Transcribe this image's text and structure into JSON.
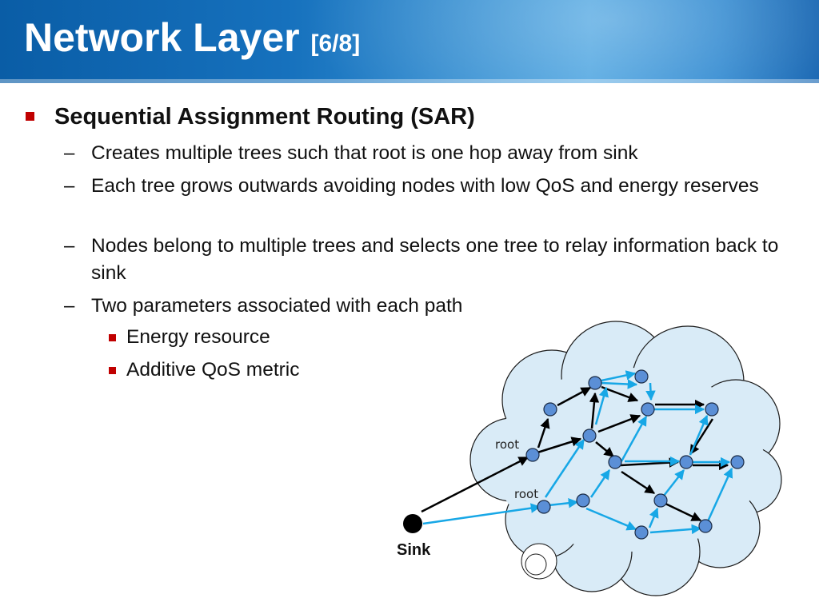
{
  "title": {
    "main": "Network Layer",
    "suffix": "[6/8]"
  },
  "heading": "Sequential Assignment Routing (SAR)",
  "points": [
    "Creates multiple trees such that root is one hop away from sink",
    "Each tree grows outwards avoiding nodes with low QoS and energy reserves",
    "Nodes belong to multiple trees and selects one tree to relay information back to sink",
    "Two parameters associated with each path"
  ],
  "subpoints": [
    "Energy resource",
    "Additive QoS metric"
  ],
  "dash_symbol": "–",
  "diagram": {
    "root_label": "root",
    "sink_label": "Sink",
    "colors": {
      "cloud_fill": "#d9ebf7",
      "node": "#5b8fd6",
      "black_edge": "#000000",
      "blue_edge": "#17a7e6",
      "sink": "#000000"
    }
  }
}
